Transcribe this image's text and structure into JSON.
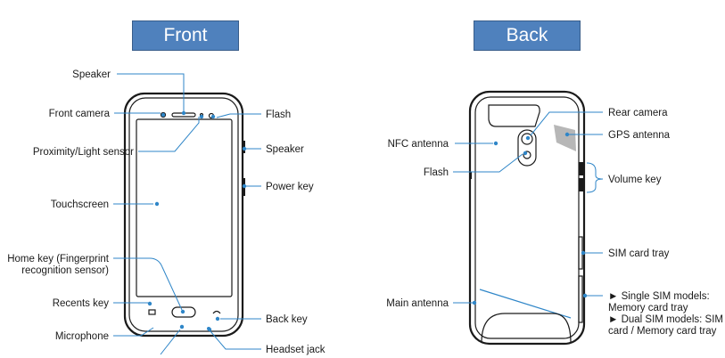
{
  "headers": {
    "front": "Front",
    "back": "Back"
  },
  "front_labels": {
    "speaker_top": "Speaker",
    "front_camera": "Front camera",
    "proximity": "Proximity/Light sensor",
    "touchscreen": "Touchscreen",
    "home_key_line1": "Home key (Fingerprint",
    "home_key_line2": "recognition sensor)",
    "recents_key": "Recents key",
    "microphone": "Microphone",
    "flash": "Flash",
    "speaker_side": "Speaker",
    "power_key": "Power key",
    "back_key": "Back key",
    "headset_jack": "Headset jack"
  },
  "back_labels": {
    "nfc_antenna": "NFC antenna",
    "flash": "Flash",
    "main_antenna": "Main antenna",
    "rear_camera": "Rear camera",
    "gps_antenna": "GPS antenna",
    "volume_key": "Volume key",
    "sim_card_tray": "SIM card tray",
    "single_sim_line1": "► Single SIM models:",
    "single_sim_line2": "Memory card tray",
    "dual_sim_line1": "► Dual SIM models: SIM",
    "dual_sim_line2": "card / Memory card tray"
  },
  "colors": {
    "header_bg": "#4f81bd",
    "leader_line": "#2f86c8",
    "antenna_fill": "#b7b7b7"
  }
}
